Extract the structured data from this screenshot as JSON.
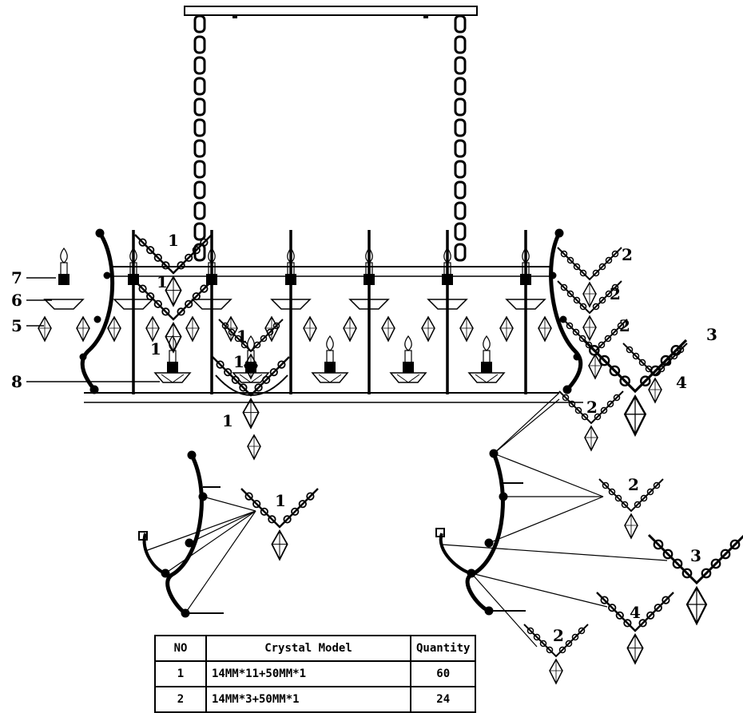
{
  "callouts": {
    "c7": "7",
    "c6": "6",
    "c5": "5",
    "c8": "8",
    "main_1a": "1",
    "main_1b": "1",
    "main_1c": "1",
    "main_1d": "1",
    "main_1e": "1",
    "main_1f": "1",
    "right_2a": "2",
    "right_2b": "2",
    "right_2c": "2",
    "right_3": "3",
    "right_4": "4",
    "right_2d": "2",
    "detail_left_1": "1",
    "detail_right_2a": "2",
    "detail_right_3": "3",
    "detail_right_4": "4",
    "detail_right_2b": "2"
  },
  "table": {
    "headers": {
      "no": "NO",
      "model": "Crystal  Model",
      "quantity": "Quantity"
    },
    "rows": [
      {
        "no": "1",
        "model": "14MM*11+50MM*1",
        "quantity": "60"
      },
      {
        "no": "2",
        "model": "14MM*3+50MM*1",
        "quantity": "24"
      }
    ]
  }
}
